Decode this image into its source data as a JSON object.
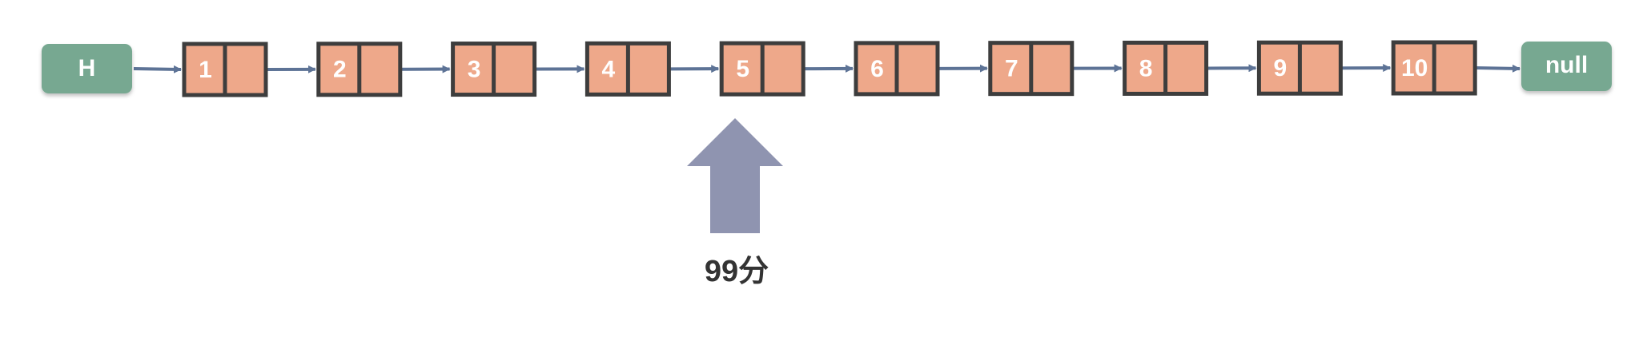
{
  "diagram": {
    "head_label": "H",
    "tail_label": "null",
    "nodes": [
      "1",
      "2",
      "3",
      "4",
      "5",
      "6",
      "7",
      "8",
      "9",
      "10"
    ],
    "pointer": {
      "target_node": "5",
      "label": "99分"
    }
  },
  "colors": {
    "pill_fill": "#77a891",
    "node_fill": "#eea88a",
    "node_border": "#3d3d3d",
    "edge": "#5d7396",
    "pointer_arrow": "#8f94b0",
    "caption": "#333333"
  }
}
